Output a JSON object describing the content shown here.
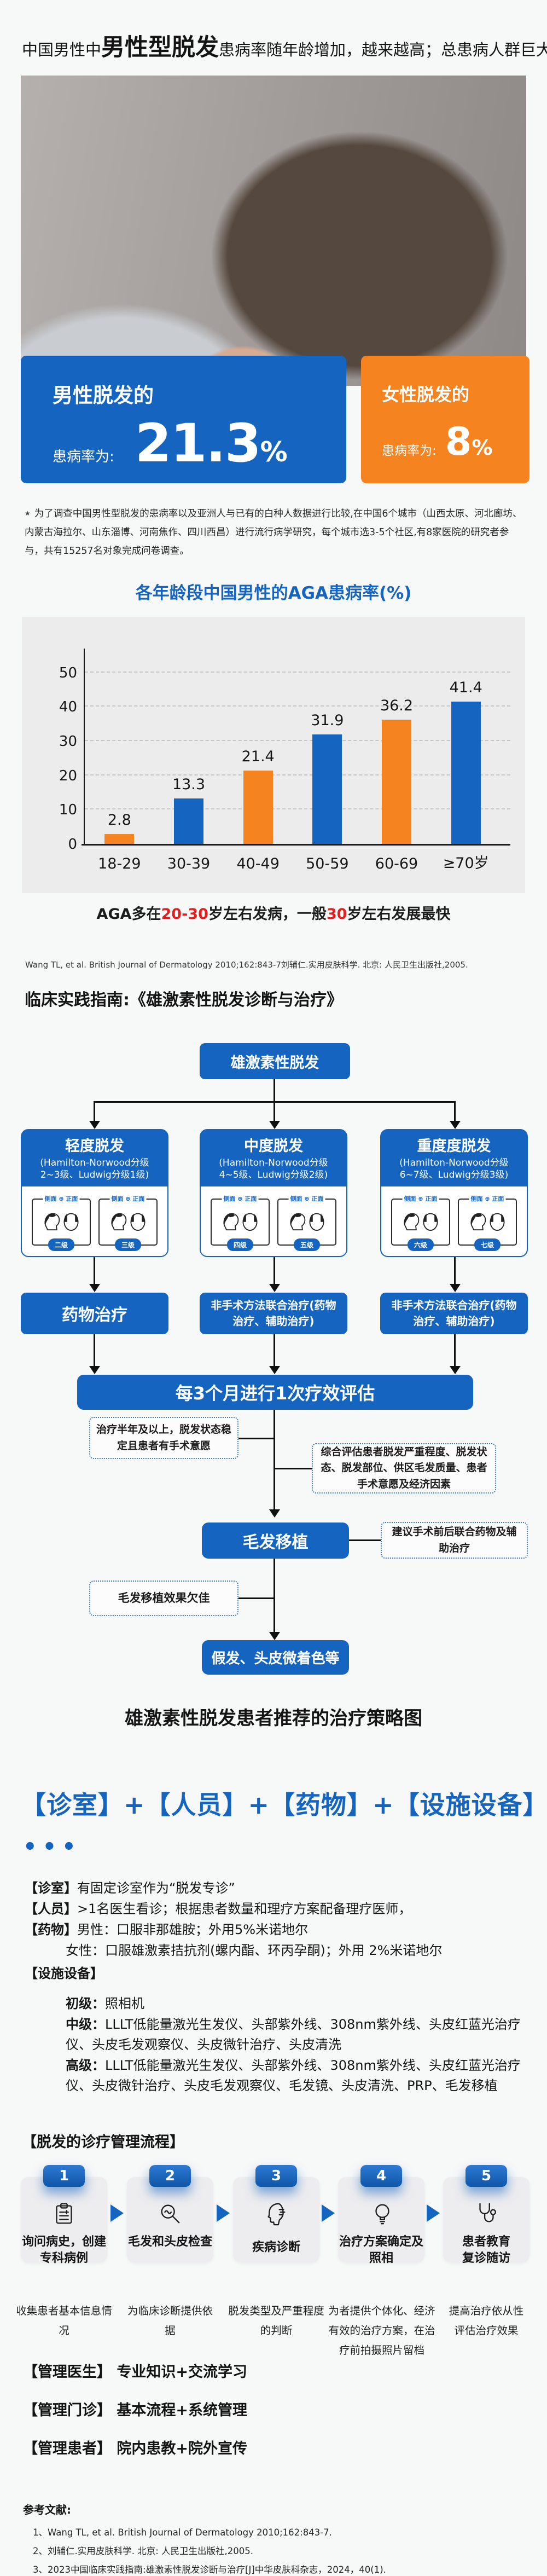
{
  "title": {
    "prefix": "中国男性中",
    "highlight": "男性型脱发",
    "suffix": "患病率随年龄增加，越来越高；总患病人群巨大。"
  },
  "stats": {
    "male": {
      "label": "男性脱发的",
      "rate_label": "患病率为:",
      "value": "21.3",
      "unit": "%"
    },
    "female": {
      "label": "女性脱发的",
      "rate_label": "患病率为:",
      "value": "8",
      "unit": "%"
    }
  },
  "survey_note": {
    "bullet": "★",
    "text": "为了调查中国男性型脱发的患病率以及亚洲人与已有的白种人数据进行比较,在中国6个城市（山西太原、河北廊坊、内蒙古海拉尔、山东淄博、河南焦作、四川西昌）进行流行病学研究，每个城市选3-5个社区,有8家医院的研究者参与，共有15257名对象完成问卷调查。"
  },
  "chart_data": {
    "type": "bar",
    "title": "各年龄段中国男性的AGA患病率(%)",
    "categories": [
      "18-29",
      "30-39",
      "40-49",
      "50-59",
      "60-69",
      "≥70岁"
    ],
    "values": [
      2.8,
      13.3,
      21.4,
      31.9,
      36.2,
      41.4
    ],
    "bar_colors": [
      "#F5831F",
      "#1565C0",
      "#F5831F",
      "#1565C0",
      "#F5831F",
      "#1565C0"
    ],
    "ylim": [
      0,
      55
    ],
    "yticks": [
      0,
      10,
      20,
      30,
      40,
      50
    ],
    "grid": "horizontal-dashed",
    "xlabel": "",
    "ylabel": ""
  },
  "chart_caption": {
    "part1": "AGA多在",
    "red1": "20-30",
    "part2": "岁左右发病，一般",
    "red2": "30",
    "part3": "岁左右发展最快"
  },
  "chart_source": "Wang TL, et al. British Journal of Dermatology 2010;162:843-7刘辅仁.实用皮肤科学. 北京: 人民卫生出版社,2005.",
  "guideline_heading": "临床实践指南:《雄激素性脱发诊断与治疗》",
  "flowchart": {
    "root": "雄激素性脱发",
    "panel_header": "侧面 ⊕ 正面",
    "severity_cards": [
      {
        "title": "轻度脱发",
        "subtitle": "(Hamilton-Norwood分级\n2~3级、Ludwig分级1级)",
        "grades": [
          "二级",
          "三级"
        ]
      },
      {
        "title": "中度脱发",
        "subtitle": "(Hamilton-Norwood分级\n4~5级、Ludwig分级2级)",
        "grades": [
          "四级",
          "五级"
        ]
      },
      {
        "title": "重度度脱发",
        "subtitle": "(Hamilton-Norwood分级\n6~7级、Ludwig分级3级)",
        "grades": [
          "六级",
          "七级"
        ]
      }
    ],
    "treatments": [
      "药物治疗",
      "非手术方法联合治疗(药物治疗、辅助治疗)",
      "非手术方法联合治疗(药物治疗、辅助治疗)"
    ],
    "evaluation": "每3个月进行1次疗效评估",
    "note_surgery_will": "治疗半年及以上，脱发状态稳定且患者有手术意愿",
    "note_assess": "综合评估患者脱发严重程度、脱发状态、脱发部位、供区毛发质量、患者手术意愿及经济因素",
    "transplant": "毛发移植",
    "note_combine": "建议手术前后联合药物及辅助治疗",
    "note_poor": "毛发移植效果欠佳",
    "final": "假发、头皮微着色等",
    "caption": "雄激素性脱发患者推荐的治疗策略图"
  },
  "clinic": {
    "headline": "【诊室】+【人员】+【药物】+【设施设备】",
    "dots": "•••",
    "rows": [
      {
        "label": "【诊室】",
        "text": "有固定诊室作为“脱发专诊”"
      },
      {
        "label": "【人员】",
        "text": ">1名医生看诊；根据患者数量和理疗方案配备理疗医师，"
      },
      {
        "label": "【药物】",
        "text": "男性：口服非那雄胺；外用5%米诺地尔"
      },
      {
        "label": "",
        "text": "女性：口服雄激素拮抗剂(螺内酯、环丙孕酮)；外用 2%米诺地尔"
      },
      {
        "label": "【设施设备】",
        "text": ""
      },
      {
        "label": "初级：",
        "text": "照相机"
      },
      {
        "label": "中级：",
        "text": "LLLT低能量激光生发仪、头部紫外线、308nm紫外线、头皮红蓝光治疗仪、头皮毛发观察仪、头皮微针治疗、头皮清洗"
      },
      {
        "label": "高级：",
        "text": "LLLT低能量激光生发仪、头部紫外线、308nm紫外线、头皮红蓝光治疗仪、头皮微针治疗、头皮毛发观察仪、毛发镜、头皮清洗、PRP、毛发移植"
      }
    ]
  },
  "process": {
    "heading": "【脱发的诊疗管理流程】",
    "steps": [
      {
        "num": "1",
        "icon": "clipboard-icon",
        "title": "询问病史，创建专科病例",
        "desc": "收集患者基本信息情况"
      },
      {
        "num": "2",
        "icon": "magnifier-icon",
        "title": "毛发和头皮检查",
        "desc": "为临床诊断提供依据"
      },
      {
        "num": "3",
        "icon": "head-icon",
        "title": "疾病诊断",
        "desc": "脱发类型及严重程度的判断"
      },
      {
        "num": "4",
        "icon": "lightbulb-icon",
        "title": "治疗方案确定及照相",
        "desc": "为者提供个体化、经济有效的治疗方案，在治疗前拍摄照片留档"
      },
      {
        "num": "5",
        "icon": "stethoscope-icon",
        "title": "患者教育\n复诊随访",
        "desc": "提高治疗依从性\n评估治疗效果"
      }
    ]
  },
  "management": [
    {
      "label": "【管理医生】",
      "text": "专业知识+交流学习"
    },
    {
      "label": "【管理门诊】",
      "text": "基本流程+系统管理"
    },
    {
      "label": "【管理患者】",
      "text": "院内患教+院外宣传"
    }
  ],
  "references": {
    "heading": "参考文献:",
    "items": [
      "1、Wang TL, et al. British Journal of Dermatology 2010;162:843-7.",
      "2、刘辅仁.实用皮肤科学. 北京: 人民卫生出版社,2005.",
      "3、2023中国临床实践指南:雄激素性脱发诊断与治疗[J]中华皮肤科杂志，2024，40(1)."
    ]
  },
  "colors": {
    "blue": "#1565C0",
    "orange": "#F5831F",
    "red": "#E02020"
  }
}
